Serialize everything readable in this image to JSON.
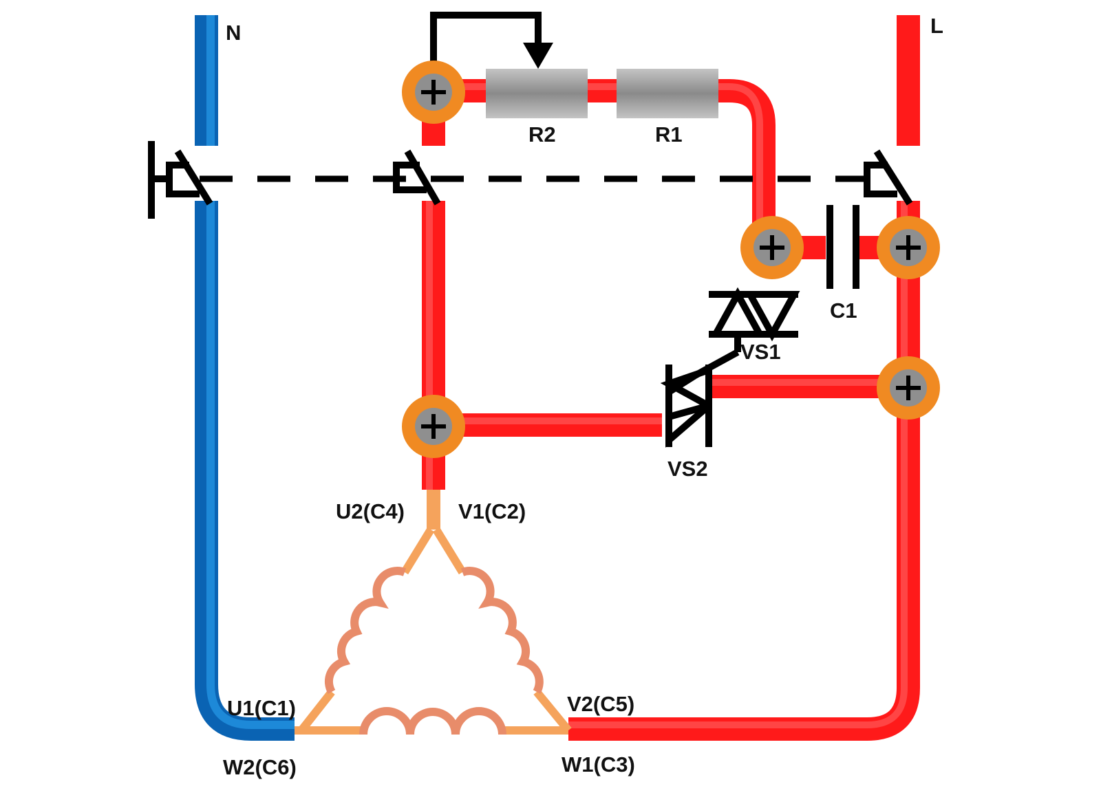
{
  "labels": {
    "neutral": "N",
    "line": "L",
    "r1": "R1",
    "r2": "R2",
    "c1": "C1",
    "vs1": "VS1",
    "vs2": "VS2",
    "u2c4": "U2(C4)",
    "v1c2": "V1(C2)",
    "u1c1": "U1(C1)",
    "w2c6": "W2(C6)",
    "v2c5": "V2(C5)",
    "w1c3": "W1(C3)"
  },
  "colors": {
    "line_wire": "#ff1a1a",
    "neutral_wire": "#0a63b3",
    "winding": "#f5a35c",
    "terminal": "#f08a22",
    "resistor": "#9e9e9e"
  }
}
